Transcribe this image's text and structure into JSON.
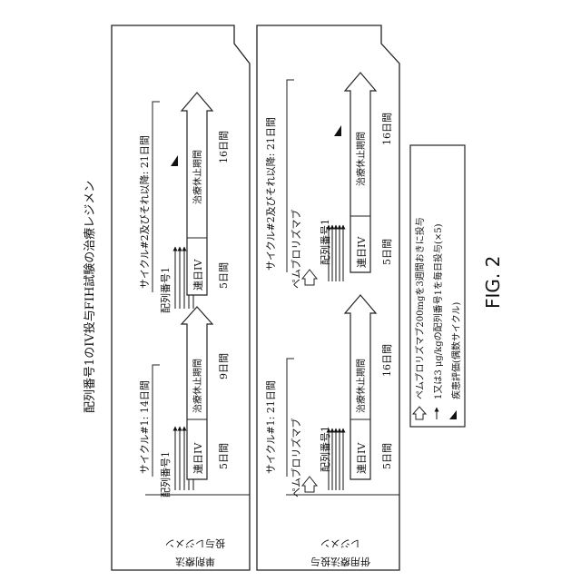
{
  "title": "配列番号1のIV投与FIH試験の治療レジメン",
  "figure_label": "FIG. 2",
  "panels": {
    "monotherapy": {
      "label_line1": "単剤療法",
      "label_line2": "投与レジメン",
      "cycle1": {
        "label": "サイクル#1: 14日間",
        "drug_label": "配列番号1",
        "daily_iv": "連日IV",
        "days_on": "5日間",
        "rest_label": "治療休止期間",
        "days_rest": "9日間"
      },
      "cycle2": {
        "label": "サイクル#2及びそれ以降: 21日間",
        "drug_label": "配列番号1",
        "daily_iv": "連日IV",
        "days_on": "5日間",
        "rest_label": "治療休止期間",
        "days_rest": "16日間"
      }
    },
    "combination": {
      "label_line1": "併用療法投与",
      "label_line2": "レジメン",
      "cycle1": {
        "label": "サイクル#1: 21日間",
        "pembro_label": "ペムブロリズマブ",
        "drug_label": "配列番号1",
        "daily_iv": "連日IV",
        "days_on": "5日間",
        "rest_label": "治療休止期間",
        "days_rest": "16日間"
      },
      "cycle2": {
        "label": "サイクル#2及びそれ以降: 21日間",
        "pembro_label": "ペムブロリズマブ",
        "drug_label": "配列番号1",
        "daily_iv": "連日IV",
        "days_on": "5日間",
        "rest_label": "治療休止期間",
        "days_rest": "16日間"
      }
    }
  },
  "legend": {
    "pembro": "ペムブロリズマブ200mgを3週間おきに投与",
    "daily": "1又は3 μg/kgの配列番号1を毎日投与(×5)",
    "assessment": "疾患評価(偶数サイクル)"
  }
}
